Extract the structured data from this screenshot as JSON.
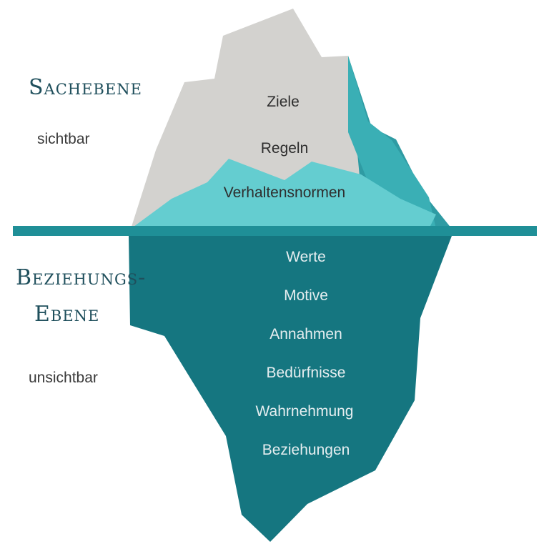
{
  "colors": {
    "ice_above": "#d3d2cf",
    "ice_light_teal": "#64cdd0",
    "ice_mid_teal": "#3aafb5",
    "ice_dark_teal": "#2f9ba3",
    "waterline": "#1f8f97",
    "ice_below": "#157680",
    "heading": "#1f4f5c",
    "text_dark": "#2e2e2e",
    "text_light": "#e6eef0"
  },
  "left": {
    "sachebene_heading": "Sachebene",
    "sichtbar": "sichtbar",
    "beziehungs_line1": "Beziehungs-",
    "beziehungs_line2": "Ebene",
    "unsichtbar": "unsichtbar"
  },
  "above_items": [
    "Ziele",
    "Regeln",
    "Verhaltensnormen"
  ],
  "below_items": [
    "Werte",
    "Motive",
    "Annahmen",
    "Bedürfnisse",
    "Wahrnehmung",
    "Beziehungen"
  ]
}
